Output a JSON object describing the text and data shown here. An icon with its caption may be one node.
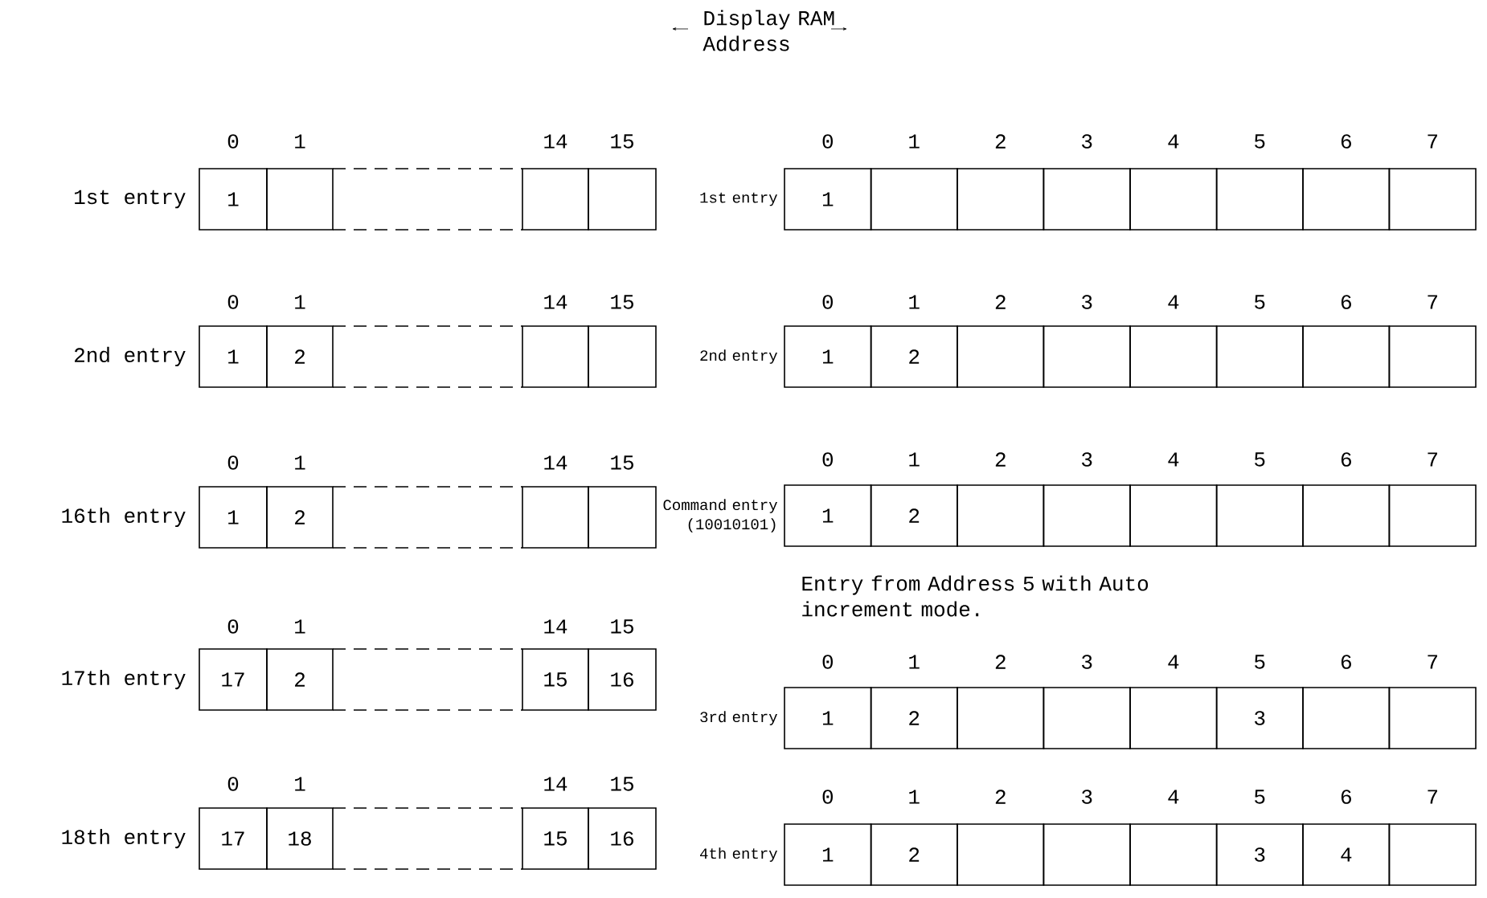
{
  "diagram": {
    "title": "Display RAM Address",
    "labels": [
      "0",
      "1",
      "14",
      "15",
      "1st entry",
      "1",
      "0",
      "1",
      "14",
      "15",
      "2nd entry",
      "1",
      "2",
      "0",
      "1",
      "14",
      "15",
      "16th entry",
      "1",
      "2",
      "0",
      "1",
      "14",
      "15",
      "17th entry",
      "17",
      "2",
      "15",
      "16",
      "0",
      "1",
      "14",
      "15",
      "18th entry",
      "17",
      "18",
      "15",
      "16",
      "0",
      "1",
      "2",
      "3",
      "4",
      "5",
      "6",
      "7",
      "1st entry",
      "1",
      "0",
      "1",
      "2",
      "3",
      "4",
      "5",
      "6",
      "7",
      "2nd entry",
      "1",
      "2",
      "0",
      "1",
      "2",
      "3",
      "4",
      "5",
      "6",
      "7",
      "Command entry (10010101)",
      "1",
      "2",
      "Entry from Address 5 with Auto increment mode.",
      "0",
      "1",
      "2",
      "3",
      "4",
      "5",
      "6",
      "7",
      "3rd entry",
      "1",
      "2",
      "3",
      "0",
      "1",
      "2",
      "3",
      "4",
      "5",
      "6",
      "7",
      "4th entry",
      "1",
      "2",
      "3",
      "4"
    ]
  }
}
